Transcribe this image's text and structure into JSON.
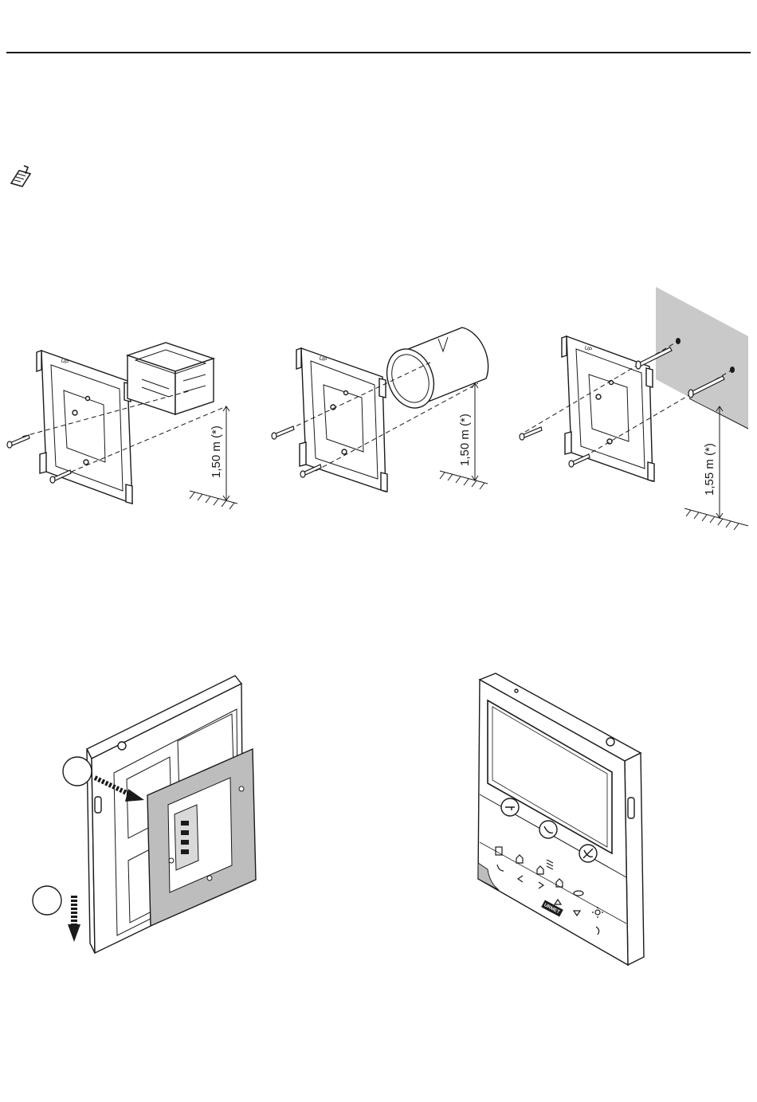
{
  "figures": {
    "box_rectangular": {
      "height_label": "1,50 m (*)"
    },
    "box_round": {
      "height_label": "1,50 m (*)"
    },
    "wall_direct": {
      "height_label": "1,55 m (*)"
    },
    "bracket_mount": {
      "step_1": "",
      "step_2": ""
    },
    "monitor_front": {
      "logo": "URMET"
    }
  },
  "icons": [
    "note-icon",
    "screw-icon",
    "ground-hatch-icon",
    "key-icon",
    "call-icon",
    "mute-icon",
    "menu-icon"
  ],
  "colors": {
    "line": "#1a1a1a",
    "wall": "#c9c9c9",
    "plate": "#bdbdbd",
    "paper": "#ffffff"
  }
}
